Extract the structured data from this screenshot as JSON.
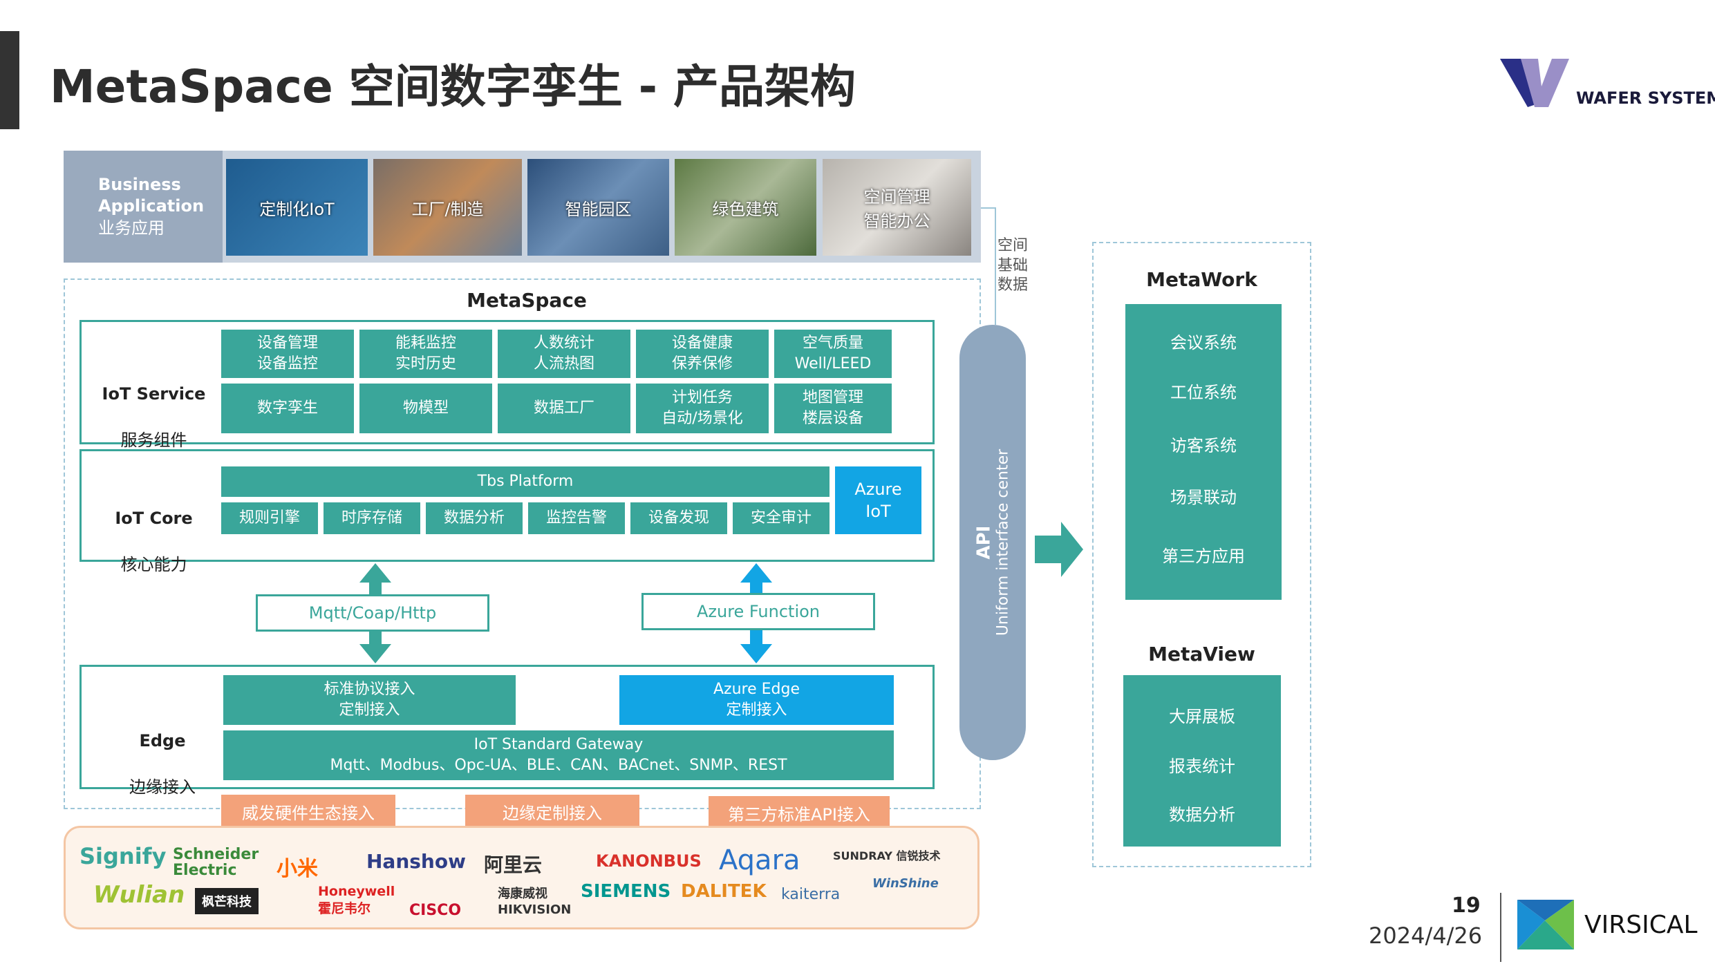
{
  "header": {
    "title": "MetaSpace 空间数字孪生 - 产品架构",
    "brand_top": "WAFER SYSTEMS",
    "page_number": "19",
    "date": "2024/4/26",
    "brand_bottom": "VIRSICAL"
  },
  "business": {
    "label_en": "Business\nApplication",
    "label_cn": "业务应用",
    "items": [
      "定制化IoT",
      "工厂/制造",
      "智能园区",
      "绿色建筑",
      "空间管理\n智能办公"
    ]
  },
  "side_note": "空间\n基础\n数据",
  "metaspace": {
    "title": "MetaSpace",
    "iot_service": {
      "label": "IoT Service",
      "label_cn": "服务组件",
      "row1": [
        "设备管理\n设备监控",
        "能耗监控\n实时历史",
        "人数统计\n人流热图",
        "设备健康\n保养保修",
        "空气质量\nWell/LEED"
      ],
      "row2": [
        "数字孪生",
        "物模型",
        "数据工厂",
        "计划任务\n自动/场景化",
        "地图管理\n楼层设备"
      ]
    },
    "iot_core": {
      "label": "IoT Core",
      "label_cn": "核心能力",
      "platform": "Tbs Platform",
      "items": [
        "规则引擎",
        "时序存储",
        "数据分析",
        "监控告警",
        "设备发现",
        "安全审计"
      ],
      "azure_iot": "Azure\nIoT"
    },
    "protocol_left": "Mqtt/Coap/Http",
    "protocol_right": "Azure Function",
    "edge": {
      "label": "Edge",
      "label_cn": "边缘接入",
      "std": "标准协议接入\n定制接入",
      "azure_edge": "Azure Edge\n定制接入",
      "gateway": "IoT Standard Gateway\nMqtt、Modbus、Opc-UA、BLE、CAN、BACnet、SNMP、REST"
    }
  },
  "access": [
    "威发硬件生态接入",
    "边缘定制接入",
    "第三方标准API接入"
  ],
  "partners": {
    "row1": [
      "Signify",
      "Schneider Electric",
      "小米",
      "Hanshow",
      "阿里云",
      "KANONBUS",
      "Aqara",
      "SUNDRAY 信锐技术"
    ],
    "row2": [
      "Wulian",
      "枫芒科技",
      "Honeywell 霍尼韦尔",
      "CISCO",
      "海康威视 HIKVISION",
      "SIEMENS",
      "DALITEK",
      "kaiterra",
      "WinShine"
    ]
  },
  "api": {
    "label": "API",
    "sub": "Uniform interface center"
  },
  "metawork": {
    "title": "MetaWork",
    "items": [
      "会议系统",
      "工位系统",
      "访客系统",
      "场景联动",
      "第三方应用"
    ]
  },
  "metaview": {
    "title": "MetaView",
    "items": [
      "大屏展板",
      "报表统计",
      "数据分析"
    ]
  },
  "colors": {
    "teal": "#3aa69a",
    "azure_blue": "#12a5e4",
    "orange": "#f3a27a",
    "api_pill": "#8fa7bf"
  }
}
